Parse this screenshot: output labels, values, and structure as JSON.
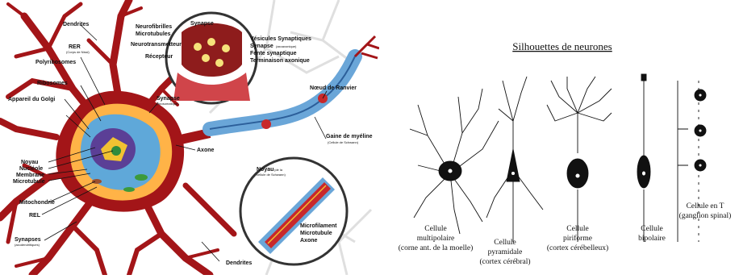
{
  "neuron_anatomy": {
    "labels": {
      "dendrites_top": "Dendrites",
      "rer": "RER",
      "rer_sub": "(Corps de Nissl)",
      "polyribosomes": "Polyribosomes",
      "ribosomes": "Ribosomes",
      "golgi": "Appareil du Golgi",
      "noyau": "Noyau",
      "nucleole": "Nucléole",
      "membrane": "Membrane",
      "microtubule_left": "Microtubule",
      "mitochondrie": "Mitochondrie",
      "rel": "REL",
      "synapses": "Synapses",
      "synapses_sub": "(axodendritiques)",
      "synapse_axo": "Synapse",
      "synapse_axo_sub": "(axosomatique)",
      "axone_hillock": "Axone",
      "noeud_ranvier": "Nœud de Ranvier",
      "gaine_myeline": "Gaine de myéline",
      "gaine_sub": "(Cellule de Schwann)",
      "dendrites_bottom": "Dendrites",
      "neurofibrilles": "Neurofibrilles",
      "microtubules_top": "Microtubules",
      "neurotransmetteur": "Neurotransmetteur",
      "recepteur": "Récepteur",
      "synapse_zoom": "Synapse",
      "vesicules": "Vésicules Synaptiques",
      "synapse_zoom2": "Synapse",
      "synapse_zoom2_sub": "(axoaxonique)",
      "fente": "Fente synaptique",
      "terminaison": "Terminaison axonique",
      "noyau_schwann": "Noyau",
      "noyau_schwann_sub1": "(de la",
      "noyau_schwann_sub2": "cellule de Schwann)",
      "microfilament": "Microfilament",
      "microtubule_zoom": "Microtubule",
      "axone_zoom": "Axone"
    },
    "colors": {
      "cytoplasm": "#a31518",
      "soma_inner": "#ffb347",
      "nucleus": "#5b3f96",
      "myelin": "#6aa6d8",
      "node": "#c8282b",
      "background_tree": "#d8d8d8"
    }
  },
  "silhouettes": {
    "title": "Silhouettes de neurones",
    "cells": [
      {
        "line1": "Cellule",
        "line2": "multipolaire",
        "line3": "(corne ant. de la moelle)"
      },
      {
        "line1": "Cellule",
        "line2": "pyramidale",
        "line3": "(cortex cérébral)"
      },
      {
        "line1": "Cellule",
        "line2": "piriforme",
        "line3": "(cortex cérébelleux)"
      },
      {
        "line1": "Cellule",
        "line2": "bipolaire",
        "line3": ""
      },
      {
        "line1": "Cellule en T",
        "line2": "(ganglion spinal)",
        "line3": ""
      }
    ]
  }
}
